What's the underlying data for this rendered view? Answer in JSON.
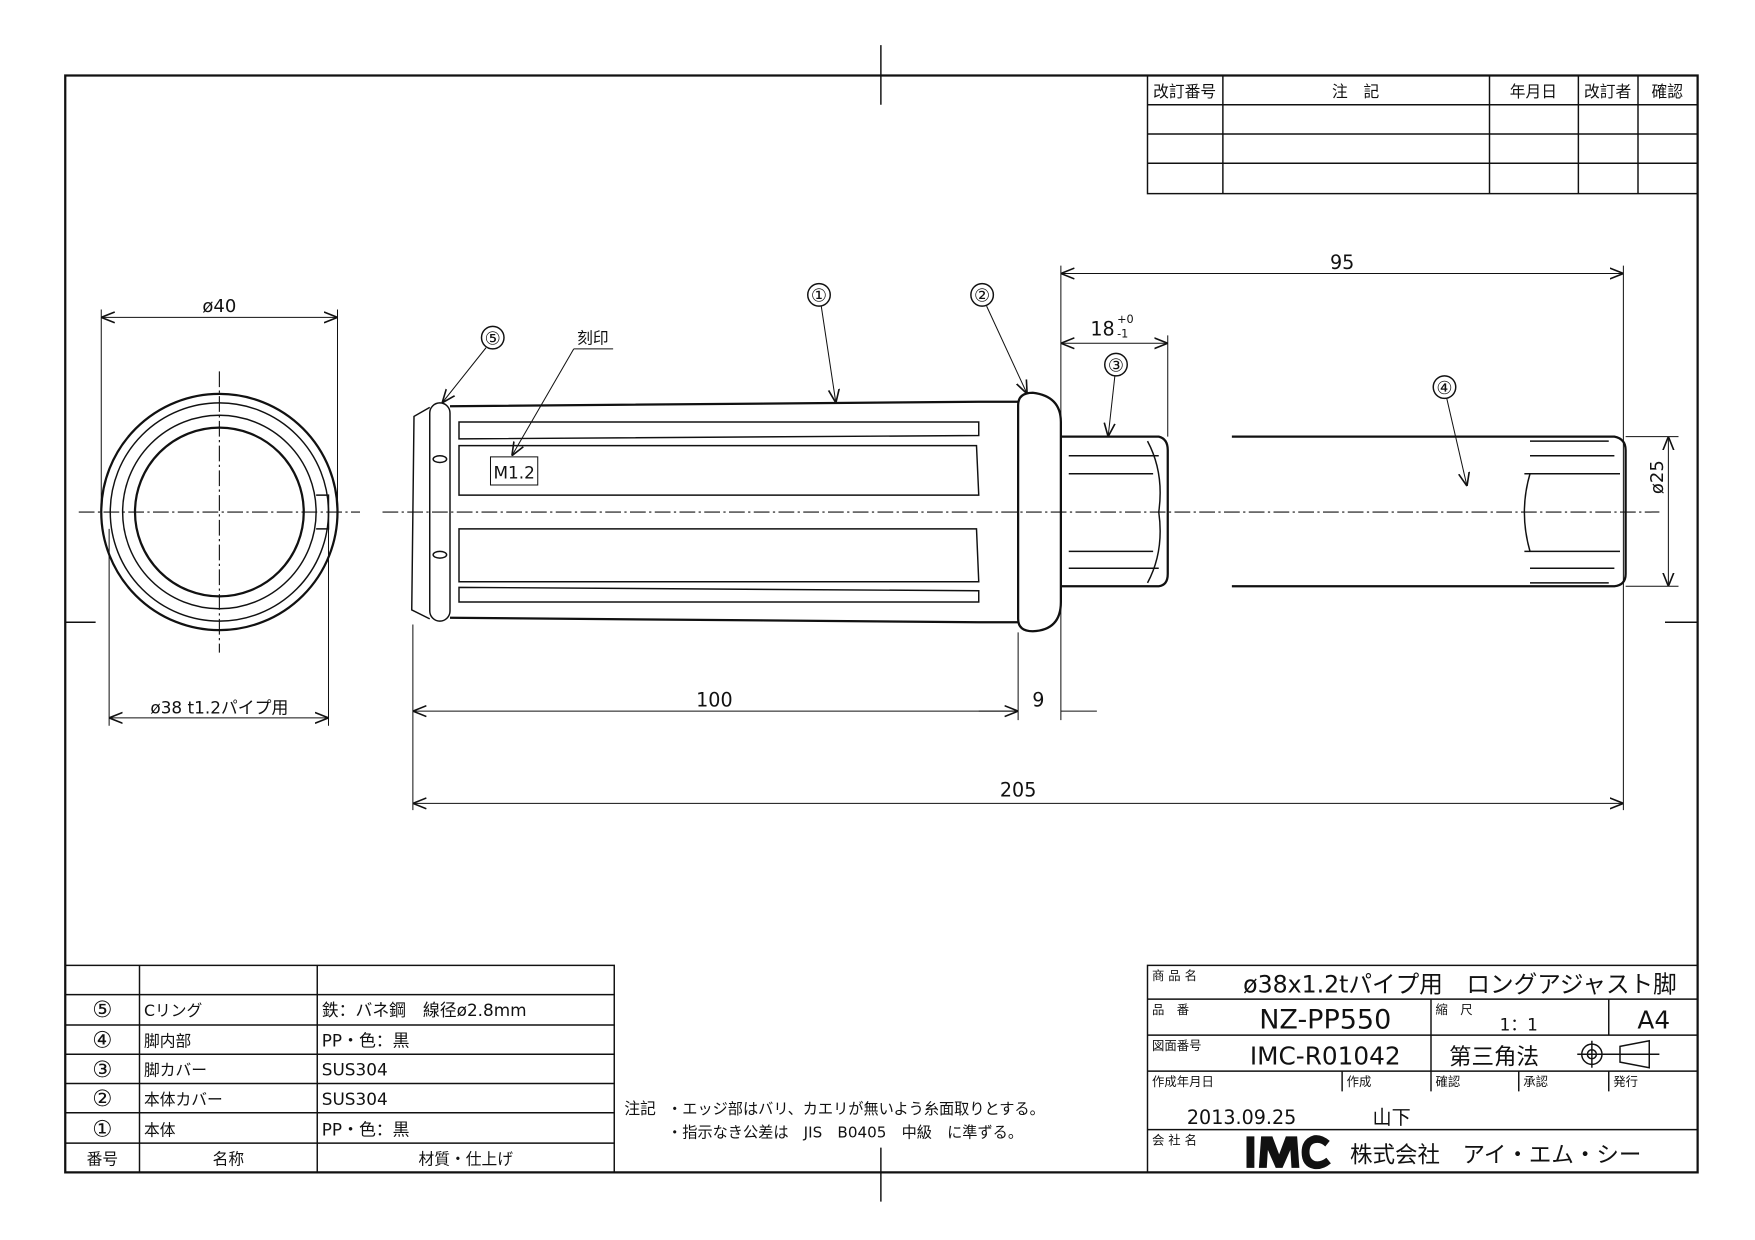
{
  "revision_table": {
    "headers": [
      "改訂番号",
      "注　記",
      "年月日",
      "改訂者",
      "確認"
    ]
  },
  "views": {
    "end_view": {
      "dia_label": "ø40",
      "pipe_label": "ø38  t1.2パイプ用"
    },
    "side_view": {
      "balloons": [
        "①",
        "②",
        "③",
        "④",
        "⑤"
      ],
      "stamp_label": "刻印",
      "stamp_text": "M1.2",
      "dims": {
        "d95": "95",
        "d18": "18",
        "d18_tol_upper": "+0",
        "d18_tol_lower": "-1",
        "d25": "ø25",
        "d100": "100",
        "d9": "9",
        "d205": "205"
      }
    }
  },
  "parts_list": {
    "headers": [
      "番号",
      "名称",
      "材質・仕上げ"
    ],
    "rows": [
      {
        "no": "⑤",
        "name": "Cリング",
        "material": "鉄：バネ鋼　線径ø2.8mm"
      },
      {
        "no": "④",
        "name": "脚内部",
        "material": "PP・色：黒"
      },
      {
        "no": "③",
        "name": "脚カバー",
        "material": "SUS304"
      },
      {
        "no": "②",
        "name": "本体カバー",
        "material": "SUS304"
      },
      {
        "no": "①",
        "name": "本体",
        "material": "PP・色：黒"
      }
    ]
  },
  "notes": {
    "label": "注記",
    "line1": "・エッジ部はバリ、カエリが無いよう糸面取りとする。",
    "line2": "・指示なき公差は　JIS　B0405　中級　に準ずる。"
  },
  "title_block": {
    "product_name_label": "商 品 名",
    "product_name": "ø38x1.2tパイプ用　ロングアジャスト脚",
    "part_no_label": "品　番",
    "part_no": "NZ-PP550",
    "scale_label": "縮　尺",
    "scale": "1：1",
    "paper": "A4",
    "drawing_no_label": "図面番号",
    "drawing_no": "IMC-R01042",
    "projection": "第三角法",
    "date_label": "作成年月日",
    "author_label": "作成",
    "check_label": "確認",
    "approve_label": "承認",
    "issue_label": "発行",
    "date": "2013.09.25",
    "author": "山下",
    "company_label": "会 社 名",
    "company_logo": "IMC",
    "company": "株式会社　アイ・エム・シー"
  }
}
